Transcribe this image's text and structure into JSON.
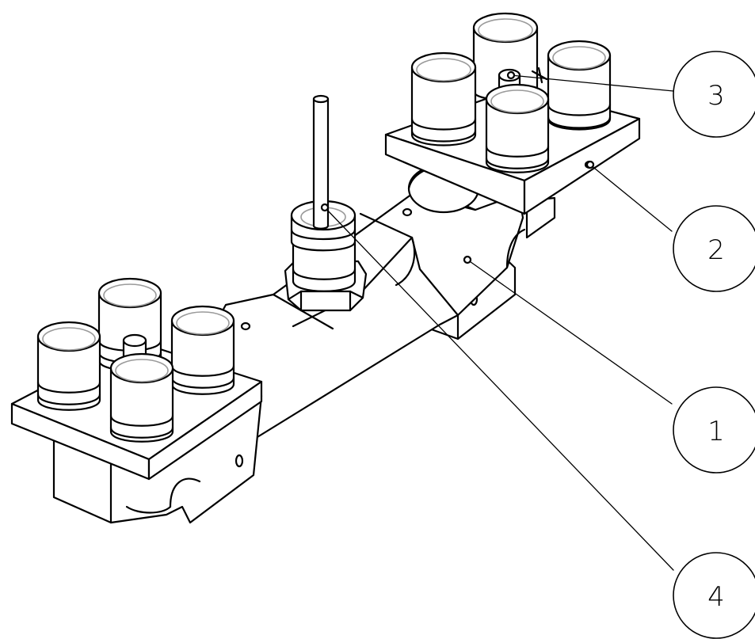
{
  "balloons": [
    {
      "id": "b3",
      "label": "3"
    },
    {
      "id": "b2",
      "label": "2"
    },
    {
      "id": "b1",
      "label": "1"
    },
    {
      "id": "b4",
      "label": "4"
    }
  ]
}
